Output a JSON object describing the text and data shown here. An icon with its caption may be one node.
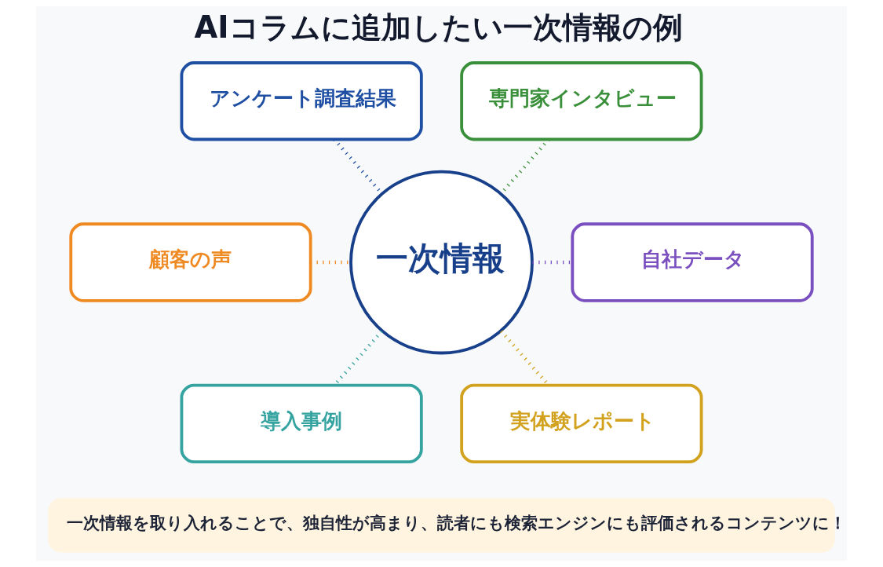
{
  "diagram": {
    "title": "AIコラムに追加したい一次情報の例",
    "nodes": [
      {
        "text": [
          "アンケート調査結果"
        ]
      },
      {
        "text": [
          "専門家インタビュー"
        ]
      },
      {
        "text": [
          "顧客の声"
        ]
      },
      {
        "text": [
          "一次情報"
        ]
      },
      {
        "text": [
          "自社データ"
        ]
      },
      {
        "text": [
          "導入事例"
        ]
      },
      {
        "text": [
          "実体験レポート"
        ]
      }
    ],
    "edges": [
      {
        "from": 0,
        "to": 3,
        "arrow": "none",
        "color": "#1f4fa3"
      },
      {
        "from": 1,
        "to": 3,
        "arrow": "none",
        "color": "#3a8f3a"
      },
      {
        "from": 2,
        "to": 3,
        "arrow": "none",
        "color": "#ef8a22"
      },
      {
        "from": 3,
        "to": 4,
        "arrow": "none",
        "color": "#7a4fbf"
      },
      {
        "from": 3,
        "to": 5,
        "arrow": "none",
        "color": "#35a3a0"
      },
      {
        "from": 3,
        "to": 6,
        "arrow": "none",
        "color": "#d2a21f"
      }
    ],
    "labels": [
      "一次情報を取り入れることで、独自性が高まり、読者にも検索エンジンにも評価されるコンテンツに！"
    ]
  }
}
